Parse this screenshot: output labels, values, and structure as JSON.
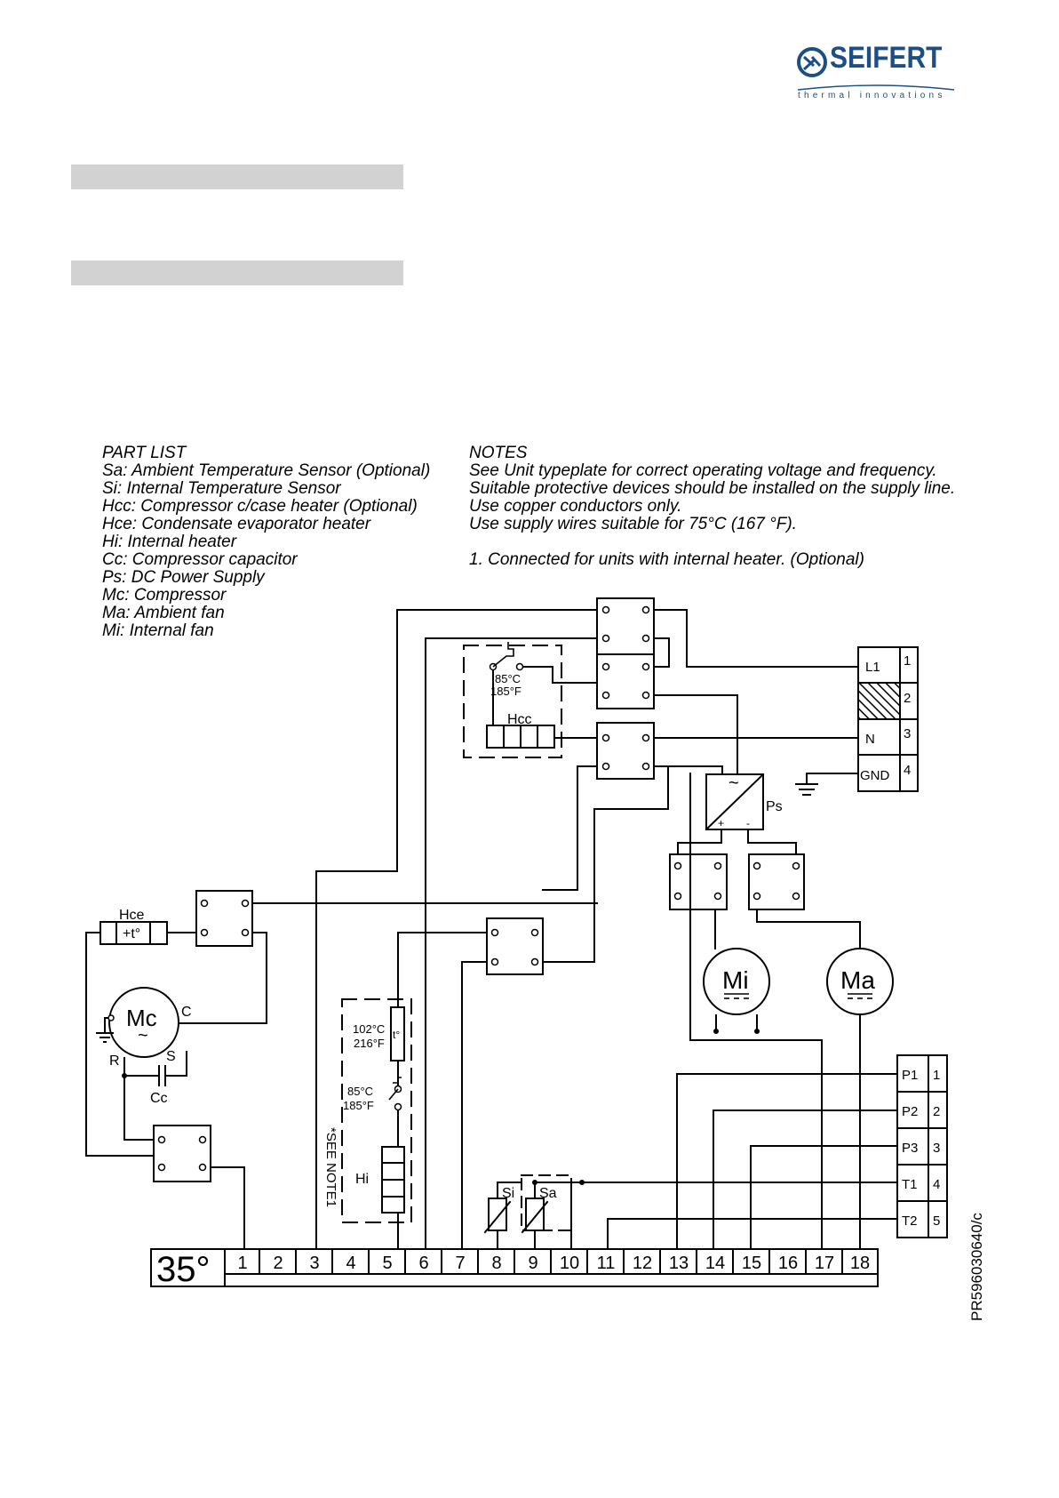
{
  "logo": {
    "brand": "SEIFERT",
    "tagline": "thermal innovations"
  },
  "part_list": {
    "title": "PART LIST",
    "items": [
      "Sa: Ambient Temperature Sensor (Optional)",
      "Si: Internal Temperature Sensor",
      "Hcc: Compressor c/case heater (Optional)",
      "Hce: Condensate evaporator heater",
      "Hi: Internal heater",
      "Cc: Compressor capacitor",
      "Ps: DC Power Supply",
      "Mc: Compressor",
      "Ma: Ambient fan",
      "Mi: Internal fan"
    ]
  },
  "notes": {
    "title": "NOTES",
    "items": [
      "See Unit typeplate for correct operating voltage and frequency.",
      "Suitable protective devices should be installed on the supply line.",
      "Use copper conductors only.",
      "Use supply wires suitable for 75°C (167 °F).",
      "",
      "1. Connected for units with internal heater. (Optional)"
    ]
  },
  "diagram": {
    "supply_terminal": {
      "labels": [
        "L1",
        "",
        "N",
        "GND"
      ],
      "numbers": [
        "1",
        "2",
        "3",
        "4"
      ]
    },
    "signal_terminal": {
      "labels": [
        "P1",
        "P2",
        "P3",
        "T1",
        "T2"
      ],
      "numbers": [
        "1",
        "2",
        "3",
        "4",
        "5"
      ]
    },
    "controller_label": "35°",
    "controller_terminals": [
      "1",
      "2",
      "3",
      "4",
      "5",
      "6",
      "7",
      "8",
      "9",
      "10",
      "11",
      "12",
      "13",
      "14",
      "15",
      "16",
      "17",
      "18"
    ],
    "components": {
      "hcc": "Hcc",
      "hcc_temp_c": "85°C",
      "hcc_temp_f": "185°F",
      "hce": "Hce",
      "hce_symbol": "+t°",
      "ps": "Ps",
      "ps_ac": "~",
      "ps_plus": "+",
      "ps_minus": "-",
      "mi": "Mi",
      "ma": "Ma",
      "mc": "Mc",
      "mc_ac": "~",
      "mc_c": "C",
      "mc_r": "R",
      "mc_s": "S",
      "cc": "Cc",
      "hi": "Hi",
      "hi_t1_c": "102°C",
      "hi_t1_f": "216°F",
      "hi_t1_sym": "t°",
      "hi_t2_c": "85°C",
      "hi_t2_f": "185°F",
      "see_note": "*SEE NOTE1",
      "si": "Si",
      "sa": "Sa"
    }
  },
  "doc_ref": "PR596030640/c",
  "colors": {
    "brand": "#1d4e86",
    "bar": "#d2d2d2",
    "line": "#000000"
  }
}
